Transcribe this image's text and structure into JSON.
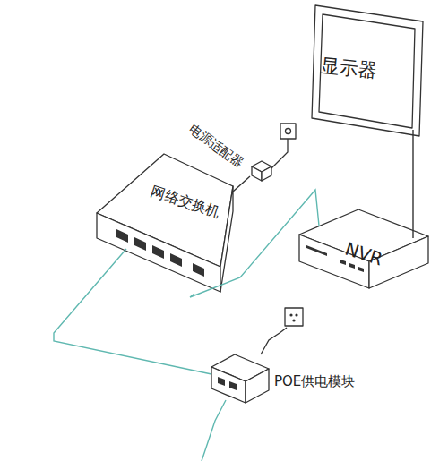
{
  "diagram": {
    "nodes": [
      {
        "text": [
          "显示器"
        ]
      },
      {
        "text": [
          "电源适配器"
        ]
      },
      {
        "text": [
          "网络交换机"
        ]
      },
      {
        "text": [
          "NVR"
        ]
      },
      {
        "text": [
          "POE供电模块"
        ]
      }
    ],
    "edges": [
      {
        "from": 1,
        "to": 2,
        "arrow": "none"
      },
      {
        "from": 2,
        "to": 3,
        "arrow": "none"
      },
      {
        "from": 2,
        "to": 4,
        "arrow": "none"
      },
      {
        "from": 0,
        "to": 3,
        "arrow": "none"
      }
    ]
  }
}
